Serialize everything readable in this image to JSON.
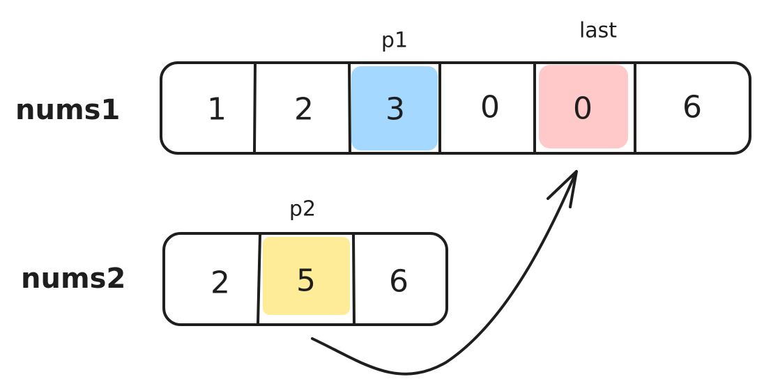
{
  "nums1": {
    "label": "nums1",
    "cells": [
      "1",
      "2",
      "3",
      "0",
      "0",
      "6"
    ]
  },
  "nums2": {
    "label": "nums2",
    "cells": [
      "2",
      "5",
      "6"
    ]
  },
  "pointers": {
    "p1": "p1",
    "last": "last",
    "p2": "p2"
  },
  "colors": {
    "p1_highlight": "#a5d8ff",
    "last_highlight": "#ffc9c9",
    "p2_highlight": "#ffec99",
    "ink": "#1e1e1e"
  }
}
